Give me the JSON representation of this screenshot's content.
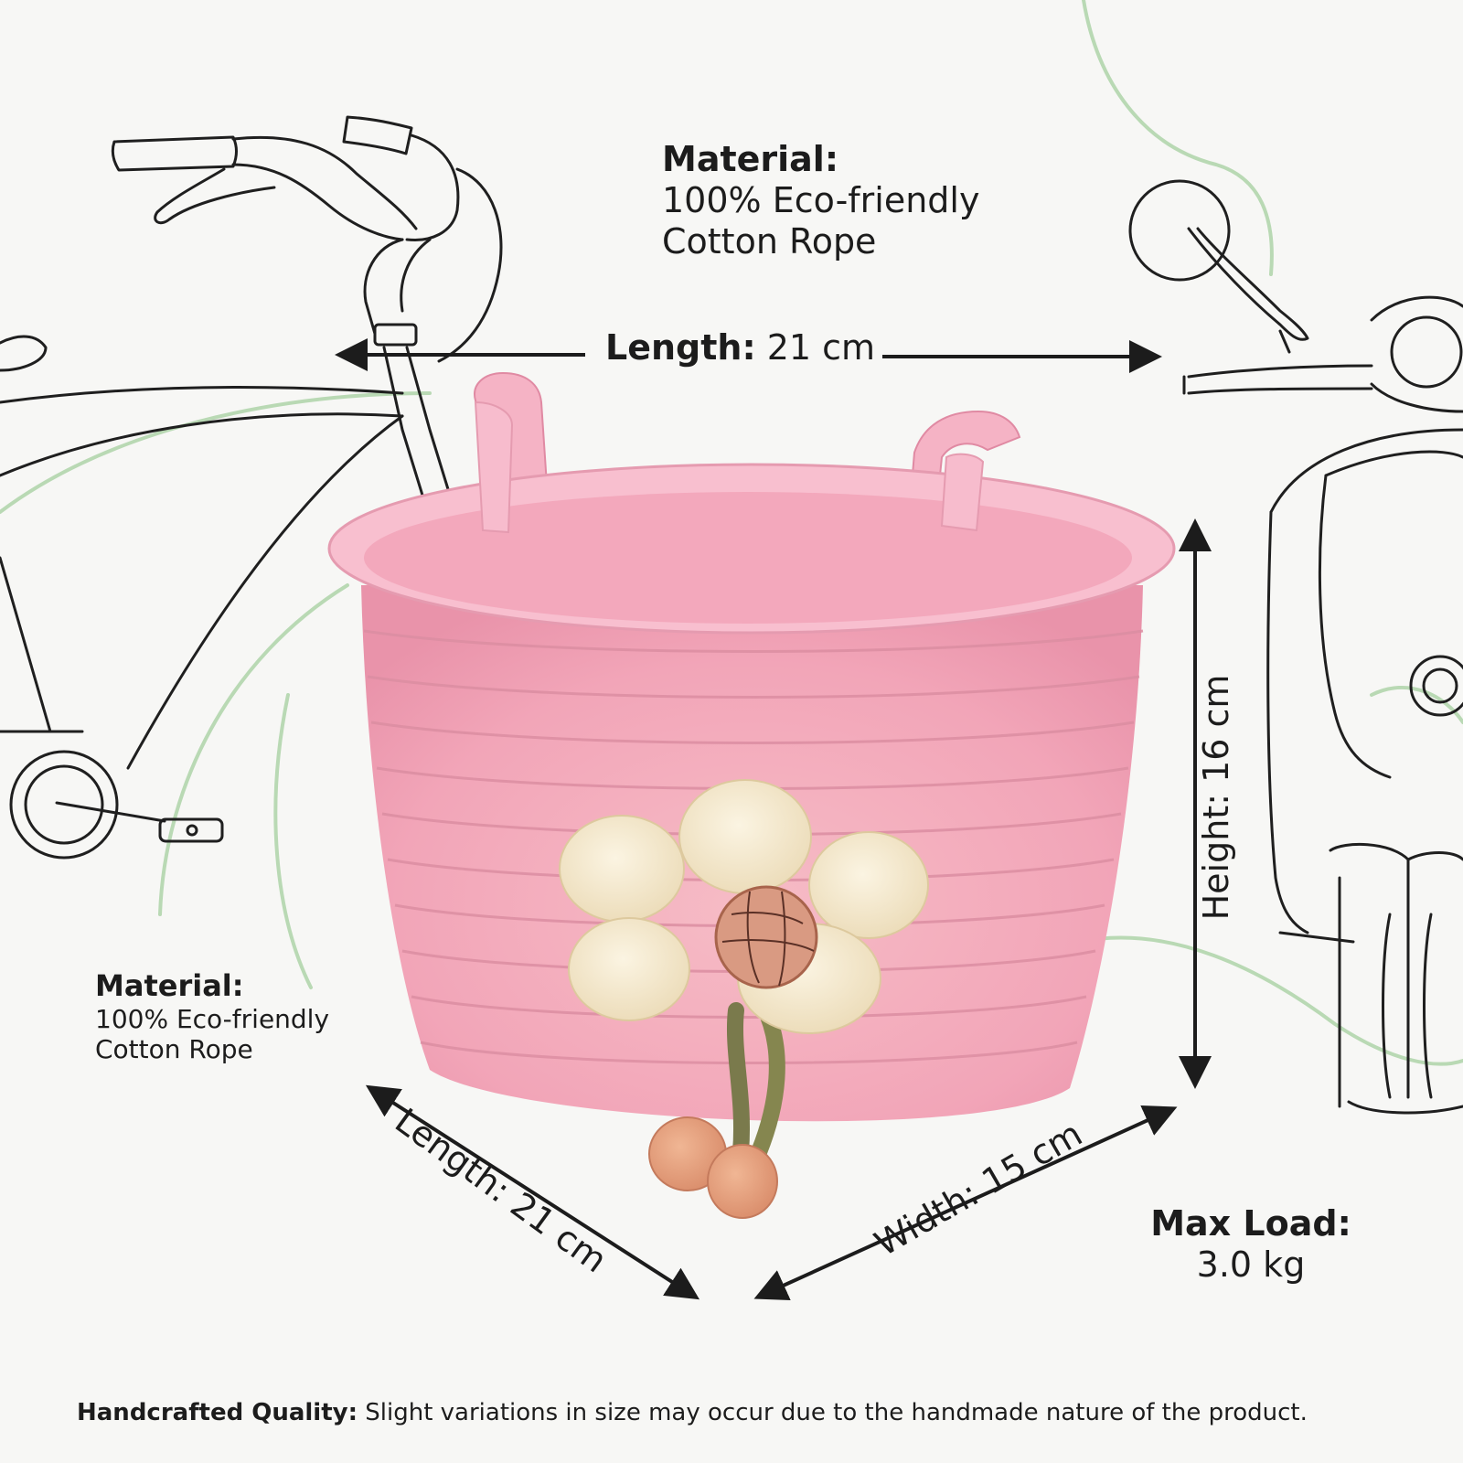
{
  "colors": {
    "background": "#f7f7f5",
    "line_art": "#1f1f1f",
    "accent_green": "#b9d9b4",
    "basket_pink": "#f4a9bd",
    "flower_cream": "#f4ead0",
    "flower_center": "#d99a82"
  },
  "illustrations": {
    "left": "bicycle-line-art",
    "right": "scooter-line-art",
    "center": "pink-cotton-rope-basket-with-flower"
  },
  "material_top": {
    "label": "Material:",
    "line1": "100% Eco-friendly",
    "line2": "Cotton Rope"
  },
  "length_top": {
    "label": "Length:",
    "value": " 21 cm"
  },
  "height": {
    "text": "Height: 16 cm"
  },
  "material_left": {
    "label": "Material:",
    "line1": "100% Eco-friendly",
    "line2": "Cotton Rope"
  },
  "length_diag": {
    "text": "Length: 21 cm"
  },
  "width_diag": {
    "text": "Width: 15 cm"
  },
  "max_load": {
    "label": "Max Load:",
    "value": "3.0 kg"
  },
  "footer": {
    "label": "Handcrafted Quality:",
    "text": " Slight variations in size may occur due to the handmade nature of the product."
  }
}
